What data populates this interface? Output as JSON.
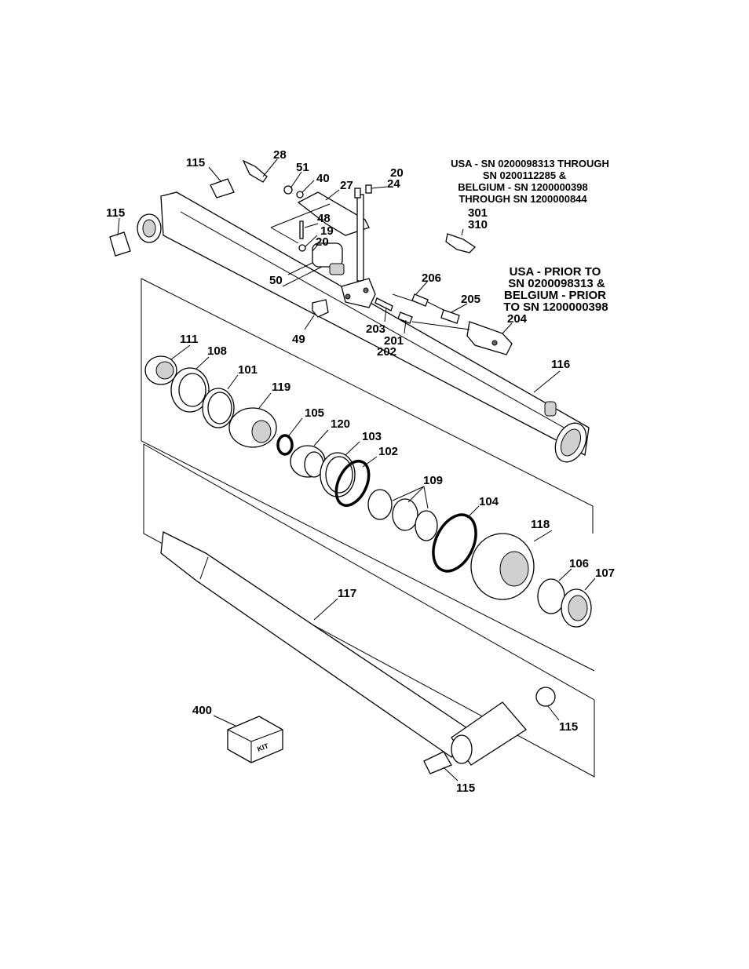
{
  "notes": {
    "usa_sn_range": [
      "USA - SN 0200098313 THROUGH",
      "SN 0200112285 &",
      "BELGIUM - SN 1200000398",
      "THROUGH SN 1200000844"
    ],
    "usa_prior": [
      "USA - PRIOR TO",
      "SN 0200098313 &",
      "BELGIUM - PRIOR",
      "TO SN 1200000398"
    ]
  },
  "kit_text": "KIT",
  "labels": {
    "p28": "28",
    "p115a": "115",
    "p51": "51",
    "p40": "40",
    "p27": "27",
    "p20a": "20",
    "p24": "24",
    "p115b": "115",
    "p48": "48",
    "p19": "19",
    "p20b": "20",
    "p50": "50",
    "p301": "301",
    "p310": "310",
    "p206": "206",
    "p205": "205",
    "p204": "204",
    "p49": "49",
    "p203": "203",
    "p201": "201",
    "p202": "202",
    "p111": "111",
    "p108": "108",
    "p101": "101",
    "p119": "119",
    "p105": "105",
    "p120": "120",
    "p103": "103",
    "p102": "102",
    "p109": "109",
    "p104": "104",
    "p118": "118",
    "p116": "116",
    "p106": "106",
    "p107": "107",
    "p117": "117",
    "p400": "400",
    "p115c": "115",
    "p115d": "115"
  }
}
